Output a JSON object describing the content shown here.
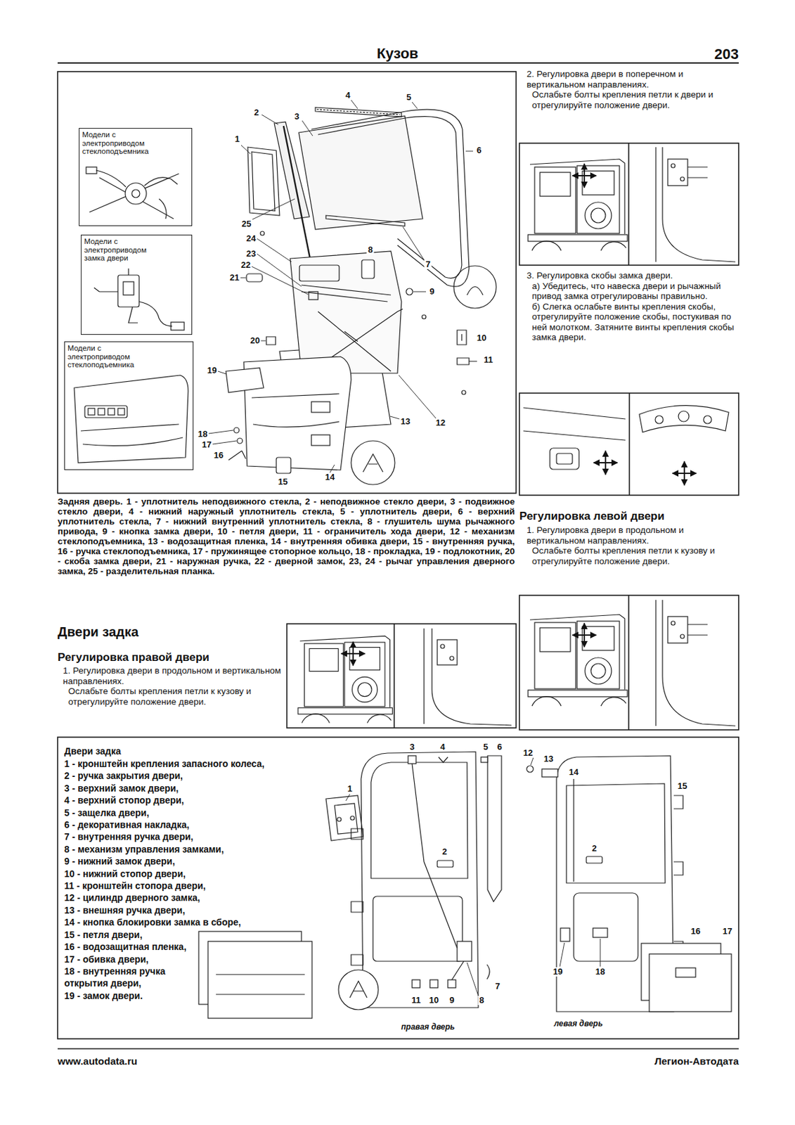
{
  "diagram": {
    "title": "Кузов",
    "nodes": [
      {
        "text": [
          "Модели с электроприводом стеклоподъемника"
        ]
      },
      {
        "text": [
          "Модели с электроприводом замка двери"
        ]
      },
      {
        "text": [
          "Модели с электроприводом стеклоподъемника"
        ]
      }
    ],
    "labels": [
      "203",
      "Задняя дверь. 1 - уплотнитель неподвижного стекла, 2 - неподвижное стекло двери, 3 - подвижное стекло двери, 4 - нижний наружный уплотнитель стекла, 5 - уплотнитель двери, 6 - верхний уплотнитель стекла, 7 - нижний внутренний уплотнитель стекла, 8 - глушитель шума рычажного привода, 9 - кнопка замка двери, 10 - петля двери, 11 - ограничитель хода двери, 12 - механизм стеклоподъемника, 13 - водозащитная пленка, 14 - внутренняя обивка двери, 15 - внутренняя ручка, 16 - ручка стеклоподъемника, 17 - пружинящее стопорное кольцо, 18 - прокладка, 19 - подлокотник, 20 - скоба замка двери, 21 - наружная ручка, 22 - дверной замок, 23, 24 - рычаг управления дверного замка, 25 - разделительная планка.",
      "2. Регулировка двери в поперечном и вертикальном направлениях.",
      "Ослабьте болты крепления петли к двери и отрегулируйте положение двери.",
      "3. Регулировка скобы замка двери.",
      "а) Убедитесь, что навеска двери и рычажный привод замка отрегулированы правильно.",
      "б) Слегка ослабьте винты крепления скобы, отрегулируйте положение скобы, постукивая по ней молотком. Затяните винты крепления скобы замка двери.",
      "Регулировка левой двери",
      "1. Регулировка двери в продольном и вертикальном направлениях.",
      "Ослабьте болты крепления петли к кузову и отрегулируйте положение двери.",
      "Двери задка",
      "Регулировка правой двери",
      "1. Регулировка двери в продольном и вертикальном направлениях.",
      "Ослабьте болты крепления петли к кузову и отрегулируйте положение двери.",
      "Двери задка",
      "1 - кронштейн крепления запасного колеса,",
      "2 - ручка закрытия двери,",
      "3 - верхний замок двери,",
      "4 - верхний стопор двери,",
      "5 - защелка двери,",
      "6 - декоративная накладка,",
      "7 - внутренняя ручка двери,",
      "8 - механизм управления замками,",
      "9 - нижний замок двери,",
      "10 - нижний стопор двери,",
      "11 - кронштейн стопора двери,",
      "12 - цилиндр дверного замка,",
      "13 - внешняя ручка двери,",
      "14 - кнопка блокировки замка в сборе,",
      "15 - петля двери,",
      "16 - водозащитная пленка,",
      "17 - обивка двери,",
      "18 - внутренняя ручка открытия двери,",
      "19 - замок двери.",
      "правая дверь",
      "левая дверь",
      "www.autodata.ru",
      "Легион-Автодата",
      "4",
      "5",
      "2",
      "3",
      "1",
      "6",
      "25",
      "7",
      "24",
      "23",
      "22",
      "21",
      "8",
      "9",
      "20",
      "10",
      "11",
      "19",
      "13",
      "12",
      "18",
      "17",
      "16",
      "15",
      "14",
      "3",
      "4",
      "5",
      "6",
      "1",
      "2",
      "7",
      "11",
      "10",
      "9",
      "8",
      "12",
      "13",
      "14",
      "15",
      "2",
      "16",
      "17",
      "19",
      "18"
    ]
  }
}
